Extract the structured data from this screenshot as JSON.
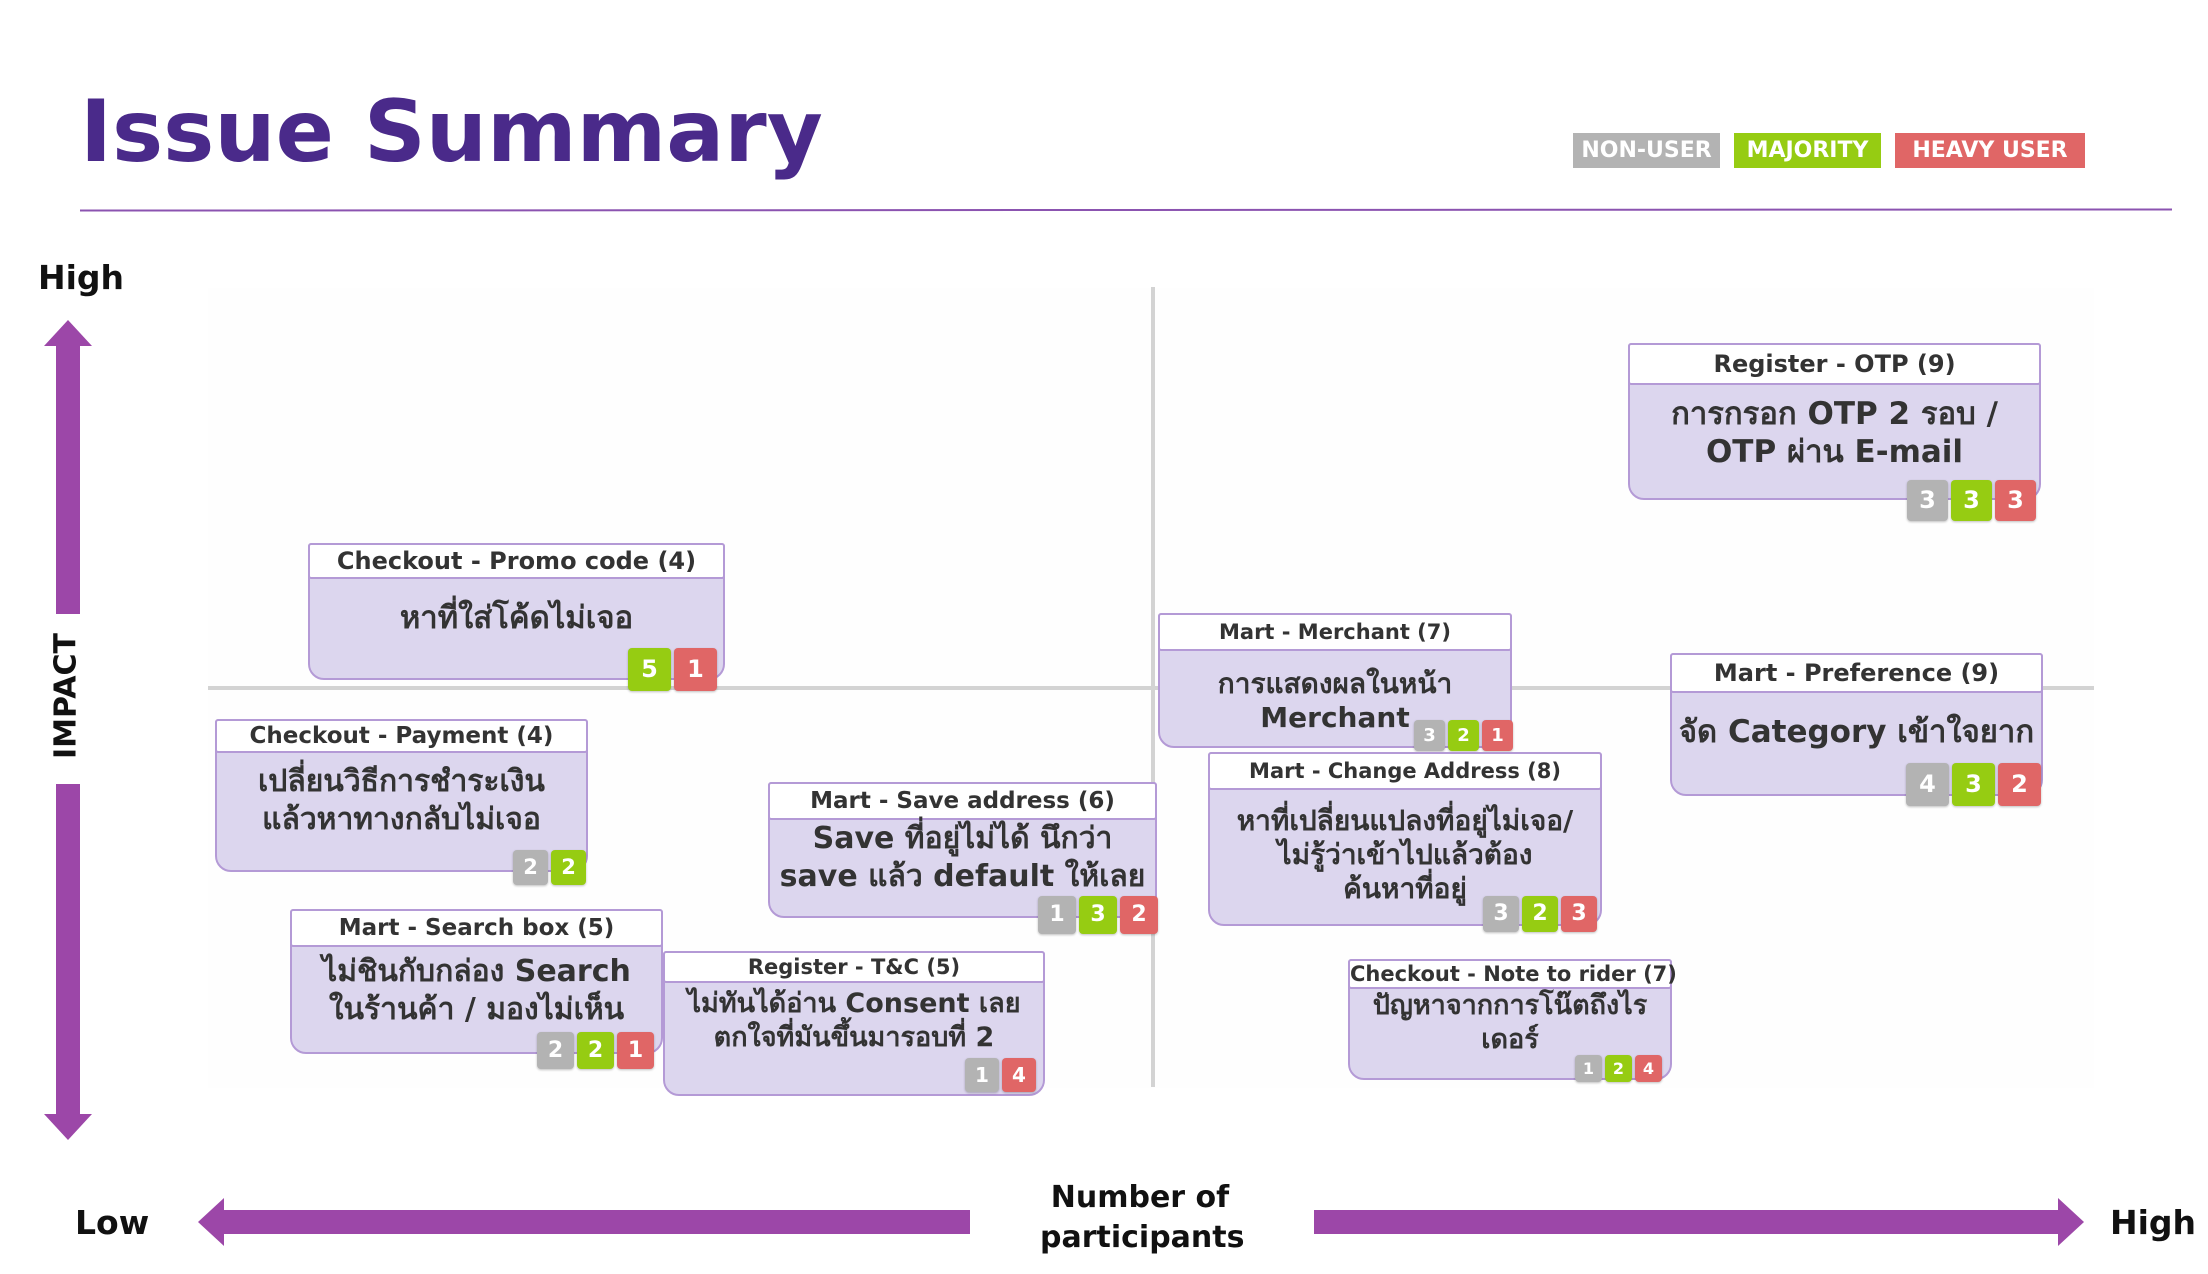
{
  "title": "Issue Summary",
  "legend": [
    {
      "label": "NON-USER",
      "color": "#b3b3b3"
    },
    {
      "label": "MAJORITY",
      "color": "#96cc12"
    },
    {
      "label": "HEAVY USER",
      "color": "#e06666"
    }
  ],
  "axes": {
    "y_title": "IMPACT",
    "y_high": "High",
    "x_title_line1": "Number of",
    "x_title_line2": "participants",
    "x_low": "Low",
    "x_high": "High"
  },
  "cards": [
    {
      "title": "Register - OTP (9)",
      "lines": [
        "การกรอก OTP 2 รอบ /",
        "OTP ผ่าน E-mail"
      ],
      "badges": [
        3,
        3,
        3
      ],
      "types": [
        "non-user",
        "majority",
        "heavy-user"
      ]
    },
    {
      "title": "Checkout - Promo code (4)",
      "lines": [
        "หาที่ใส่โค้ดไม่เจอ"
      ],
      "badges": [
        5,
        1
      ],
      "types": [
        "majority",
        "heavy-user"
      ]
    },
    {
      "title": "Mart - Merchant (7)",
      "lines": [
        "การแสดงผลในหน้า",
        "Merchant"
      ],
      "badges": [
        3,
        2,
        1
      ],
      "types": [
        "non-user",
        "majority",
        "heavy-user"
      ]
    },
    {
      "title": "Mart - Preference (9)",
      "lines": [
        "จัด Category เข้าใจยาก"
      ],
      "badges": [
        4,
        3,
        2
      ],
      "types": [
        "non-user",
        "majority",
        "heavy-user"
      ]
    },
    {
      "title": "Checkout - Payment (4)",
      "lines": [
        "เปลี่ยนวิธีการชำระเงิน",
        "แล้วหาทางกลับไม่เจอ"
      ],
      "badges": [
        2,
        2
      ],
      "types": [
        "non-user",
        "majority"
      ]
    },
    {
      "title": "Mart - Save address (6)",
      "lines": [
        "Save ที่อยู่ไม่ได้ นึกว่า",
        "save แล้ว default ให้เลย"
      ],
      "badges": [
        1,
        3,
        2
      ],
      "types": [
        "non-user",
        "majority",
        "heavy-user"
      ]
    },
    {
      "title": "Mart - Change Address (8)",
      "lines": [
        "หาที่เปลี่ยนแปลงที่อยู่ไม่เจอ/",
        "ไม่รู้ว่าเข้าไปแล้วต้อง",
        "ค้นหาที่อยู่"
      ],
      "badges": [
        3,
        2,
        3
      ],
      "types": [
        "non-user",
        "majority",
        "heavy-user"
      ]
    },
    {
      "title": "Mart - Search box (5)",
      "lines": [
        "ไม่ชินกับกล่อง Search",
        "ในร้านค้า / มองไม่เห็น"
      ],
      "badges": [
        2,
        2,
        1
      ],
      "types": [
        "non-user",
        "majority",
        "heavy-user"
      ]
    },
    {
      "title": "Register - T&C (5)",
      "lines": [
        "ไม่ทันได้อ่าน Consent เลย",
        "ตกใจที่มันขึ้นมารอบที่ 2"
      ],
      "badges": [
        1,
        4
      ],
      "types": [
        "non-user",
        "heavy-user"
      ]
    },
    {
      "title": "Checkout - Note to rider (7)",
      "lines": [
        "ปัญหาจากการโน๊ตถึงไร",
        "เดอร์"
      ],
      "badges": [
        1,
        2,
        4
      ],
      "types": [
        "non-user",
        "majority",
        "heavy-user"
      ]
    }
  ]
}
